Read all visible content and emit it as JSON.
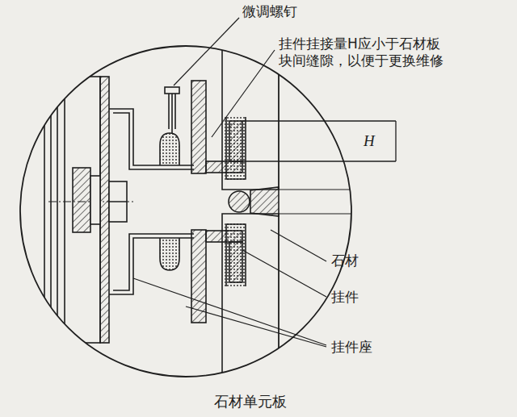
{
  "diagram": {
    "caption": "石材单元板",
    "labels": [
      "微调螺钉",
      "挂件挂接量H应小于石材板 块间缝隙，以便于更换维修",
      "H",
      "石材",
      "挂件",
      "挂件座"
    ]
  }
}
